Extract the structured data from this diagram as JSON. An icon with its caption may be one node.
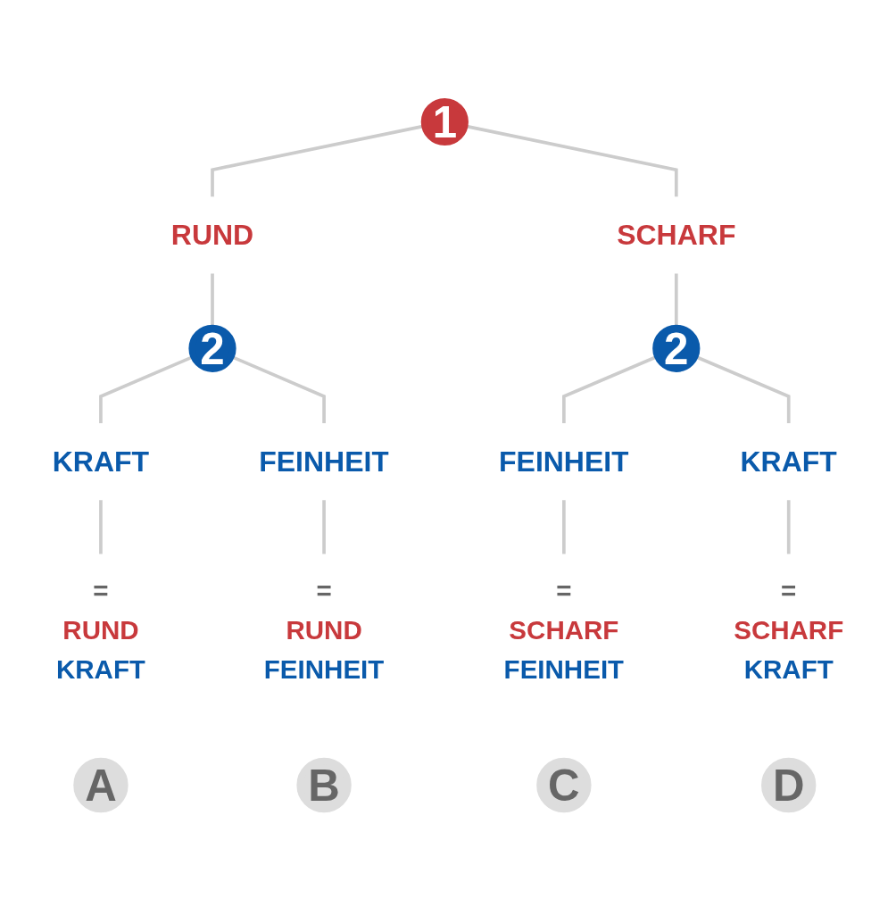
{
  "diagram": {
    "nodes": [
      {
        "text": [
          "1"
        ]
      },
      {
        "text": [
          "RUND"
        ]
      },
      {
        "text": [
          "SCHARF"
        ]
      },
      {
        "text": [
          "2"
        ]
      },
      {
        "text": [
          "2"
        ]
      },
      {
        "text": [
          "KRAFT"
        ]
      },
      {
        "text": [
          "FEINHEIT"
        ]
      },
      {
        "text": [
          "FEINHEIT"
        ]
      },
      {
        "text": [
          "KRAFT"
        ]
      },
      {
        "text": [
          "=",
          "RUND",
          "KRAFT"
        ]
      },
      {
        "text": [
          "=",
          "RUND",
          "FEINHEIT"
        ]
      },
      {
        "text": [
          "=",
          "SCHARF",
          "FEINHEIT"
        ]
      },
      {
        "text": [
          "=",
          "SCHARF",
          "KRAFT"
        ]
      },
      {
        "text": [
          "A"
        ]
      },
      {
        "text": [
          "B"
        ]
      },
      {
        "text": [
          "C"
        ]
      },
      {
        "text": [
          "D"
        ]
      }
    ],
    "edges": [
      {
        "from": 0,
        "to": 1,
        "arrow": "none"
      },
      {
        "from": 0,
        "to": 2,
        "arrow": "none"
      },
      {
        "from": 1,
        "to": 3,
        "arrow": "none"
      },
      {
        "from": 2,
        "to": 4,
        "arrow": "none"
      },
      {
        "from": 3,
        "to": 5,
        "arrow": "none"
      },
      {
        "from": 3,
        "to": 6,
        "arrow": "none"
      },
      {
        "from": 4,
        "to": 7,
        "arrow": "none"
      },
      {
        "from": 4,
        "to": 8,
        "arrow": "none"
      },
      {
        "from": 5,
        "to": 9,
        "arrow": "none"
      },
      {
        "from": 6,
        "to": 10,
        "arrow": "none"
      },
      {
        "from": 7,
        "to": 11,
        "arrow": "none"
      },
      {
        "from": 8,
        "to": 12,
        "arrow": "none"
      }
    ]
  }
}
